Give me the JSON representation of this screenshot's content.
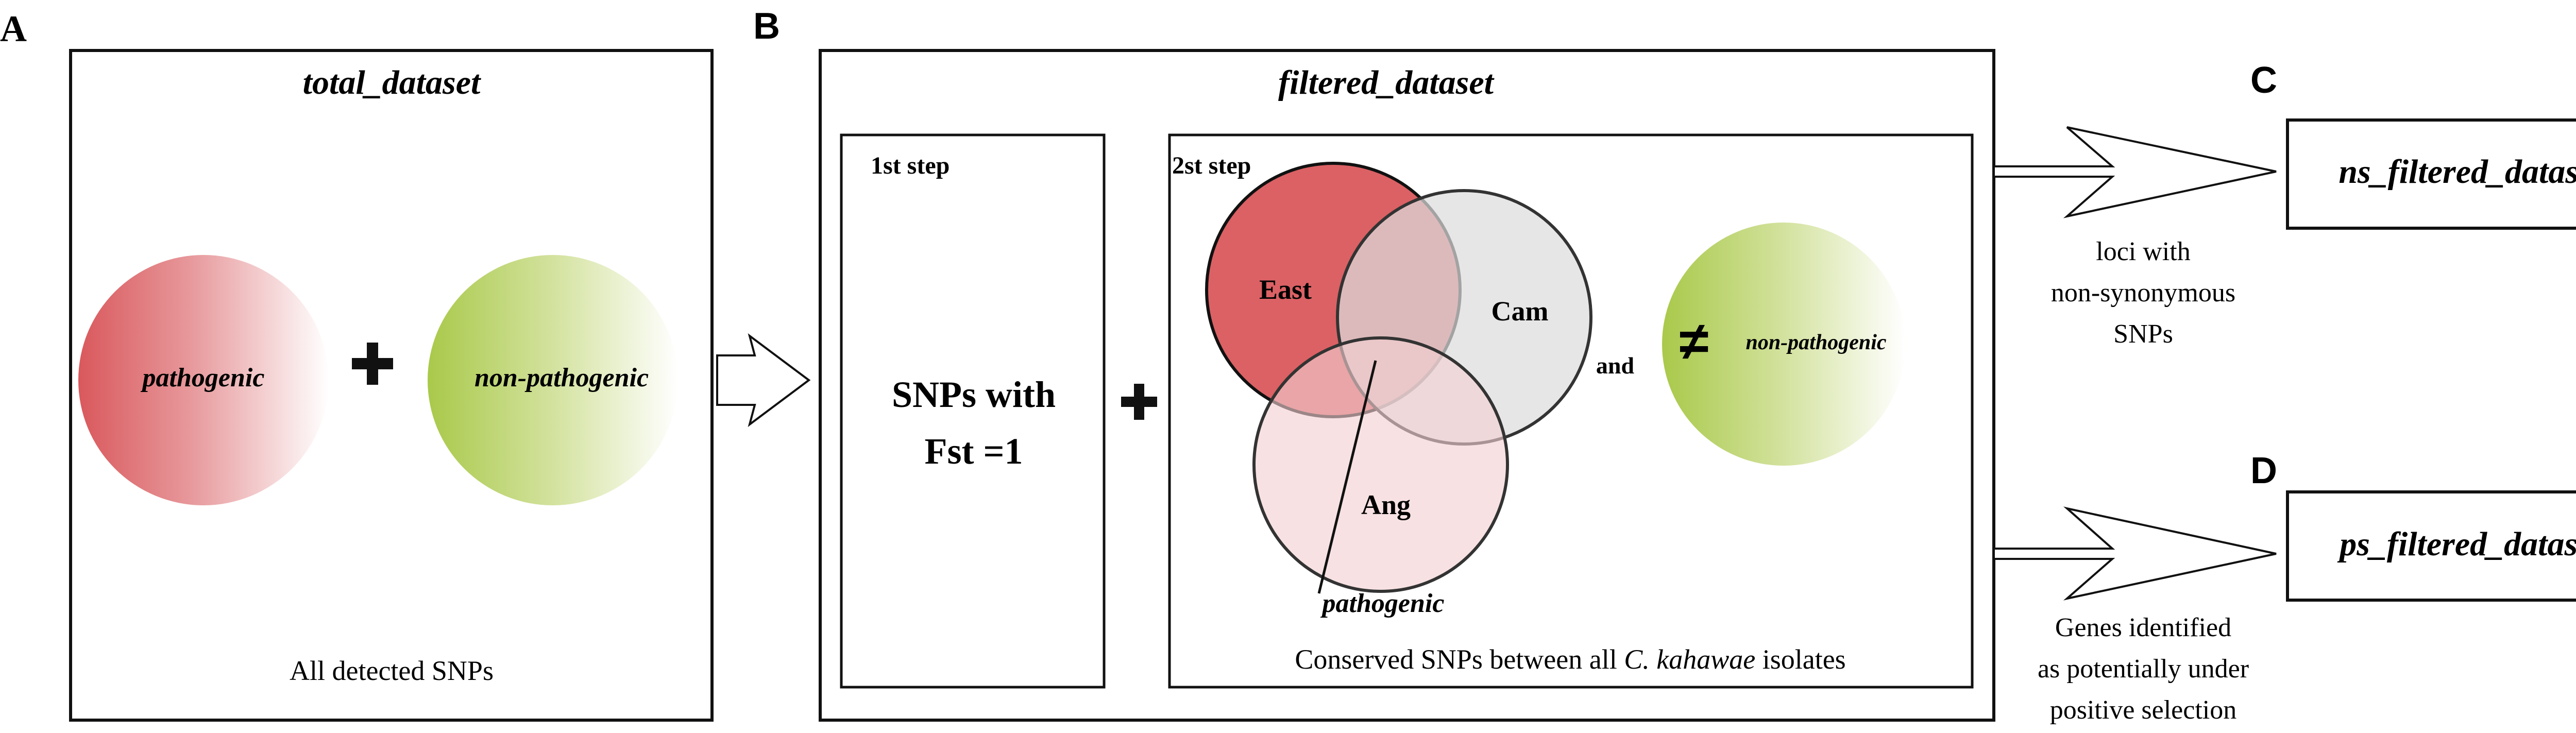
{
  "panel_labels": {
    "a": "A",
    "b": "B",
    "c": "C",
    "d": "D"
  },
  "panel_a": {
    "title": "total_dataset",
    "pathogenic_label": "pathogenic",
    "plus": "+",
    "non_pathogenic_label": "non-pathogenic",
    "caption": "All detected SNPs"
  },
  "panel_b": {
    "title": "filtered_dataset",
    "step1": {
      "heading": "1st step",
      "text_line1": "SNPs with",
      "text_line2": "Fst =1"
    },
    "plus": "+",
    "step2": {
      "heading": "2st step",
      "venn": {
        "east": "East",
        "cam": "Cam",
        "ang": "Ang"
      },
      "pathogenic_label": "pathogenic",
      "and": "and",
      "not_equal": "≠",
      "non_pathogenic_label": "non-pathogenic",
      "caption_prefix": "Conserved SNPs between all ",
      "caption_species": "C. kahawae",
      "caption_suffix": " isolates"
    }
  },
  "panel_c": {
    "box_label": "ns_filtered_dataset",
    "note_lines": [
      "loci with",
      "non-synonymous",
      "SNPs"
    ]
  },
  "panel_d": {
    "box_label": "ps_filtered_dataset",
    "note_lines": [
      "Genes identified",
      "as potentially under",
      "positive selection"
    ]
  },
  "colors": {
    "pathogenic_red": "#d9585c",
    "pathogenic_pink": "#f2cfd1",
    "non_pathogenic_green": "#a9c94a",
    "cam_gray": "#dcdcdc",
    "ink": "#111111"
  }
}
